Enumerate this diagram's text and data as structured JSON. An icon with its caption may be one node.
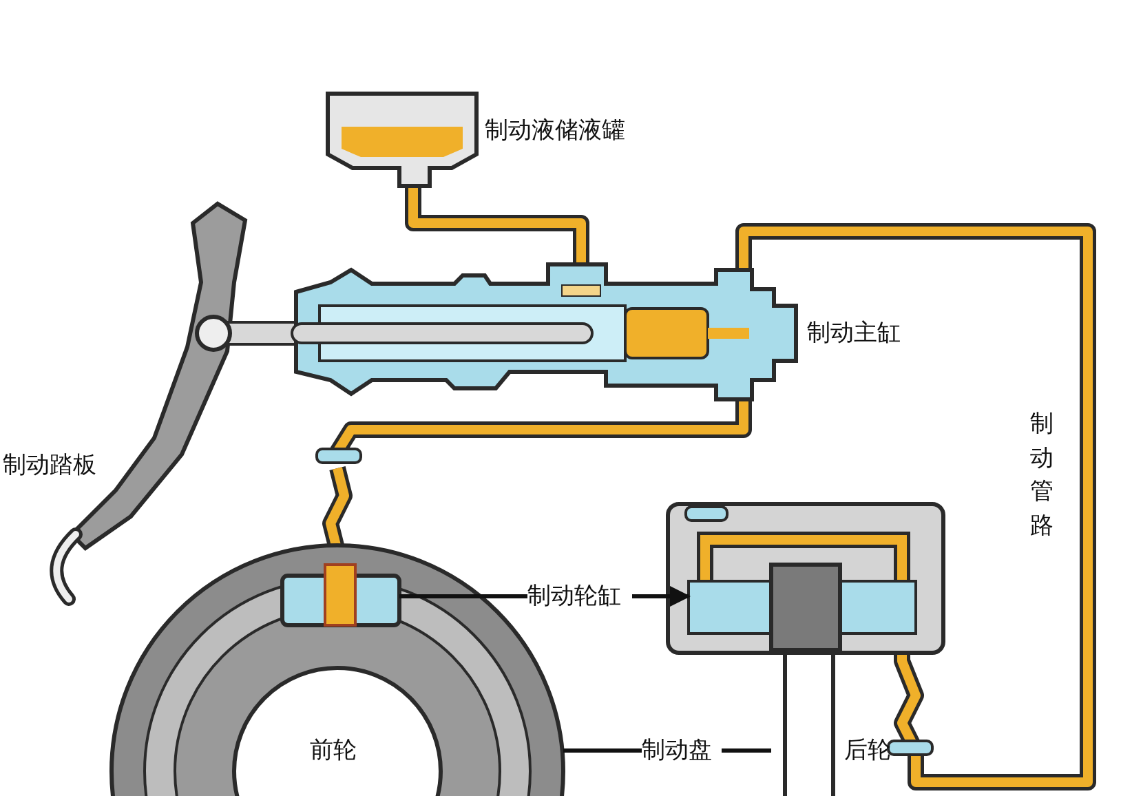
{
  "diagram": {
    "nodes": [
      {
        "text": [
          "制动轮缸"
        ]
      },
      {
        "text": [
          "制动盘"
        ]
      },
      {
        "text": [],
        "shape": "picture",
        "in": 4
      },
      {
        "text": [],
        "shape": "picture"
      },
      {
        "text": [],
        "shape": "picture"
      },
      {
        "text": [],
        "shape": "picture",
        "beside": [
          "后轮"
        ]
      }
    ],
    "edges": [
      {
        "from": 0,
        "to": 2,
        "arrow": "none"
      },
      {
        "from": 0,
        "to": 3,
        "arrow": "to"
      },
      {
        "from": 1,
        "to": 4,
        "arrow": "none"
      },
      {
        "from": 1,
        "to": 5,
        "arrow": "none"
      }
    ],
    "labels": [
      "制动液储液罐",
      "制动主缸",
      "制动踏板",
      "制动管路",
      "前轮"
    ]
  }
}
